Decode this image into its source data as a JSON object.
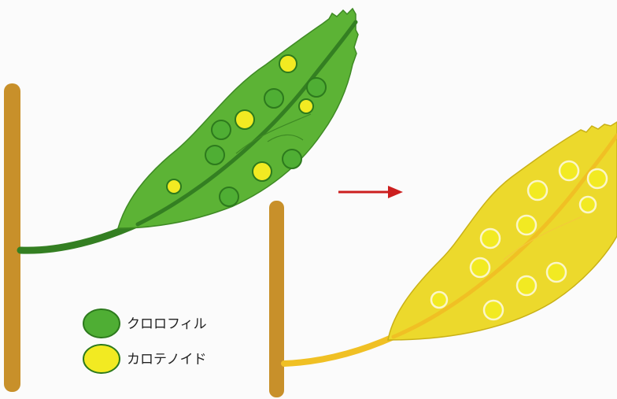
{
  "colors": {
    "chlorophyll_fill": "#4fae34",
    "chlorophyll_stroke": "#2d7a1d",
    "carotenoid_fill": "#f2ea22",
    "carotenoid_stroke": "#2d7a1d",
    "green_leaf": "#5cb335",
    "green_leaf_stroke": "#3e8a24",
    "green_vein": "#347f22",
    "yellow_leaf": "#ecd92c",
    "yellow_leaf_stroke": "#c9b116",
    "yellow_vein": "#f0c024",
    "branch": "#c8902a",
    "arrow": "#cc1f1f"
  },
  "legend": [
    {
      "id": "chlorophyll",
      "label": "クロロフィル"
    },
    {
      "id": "carotenoid",
      "label": "カロテノイド"
    }
  ],
  "transition_arrow": {
    "icon": "right-arrow-icon"
  }
}
